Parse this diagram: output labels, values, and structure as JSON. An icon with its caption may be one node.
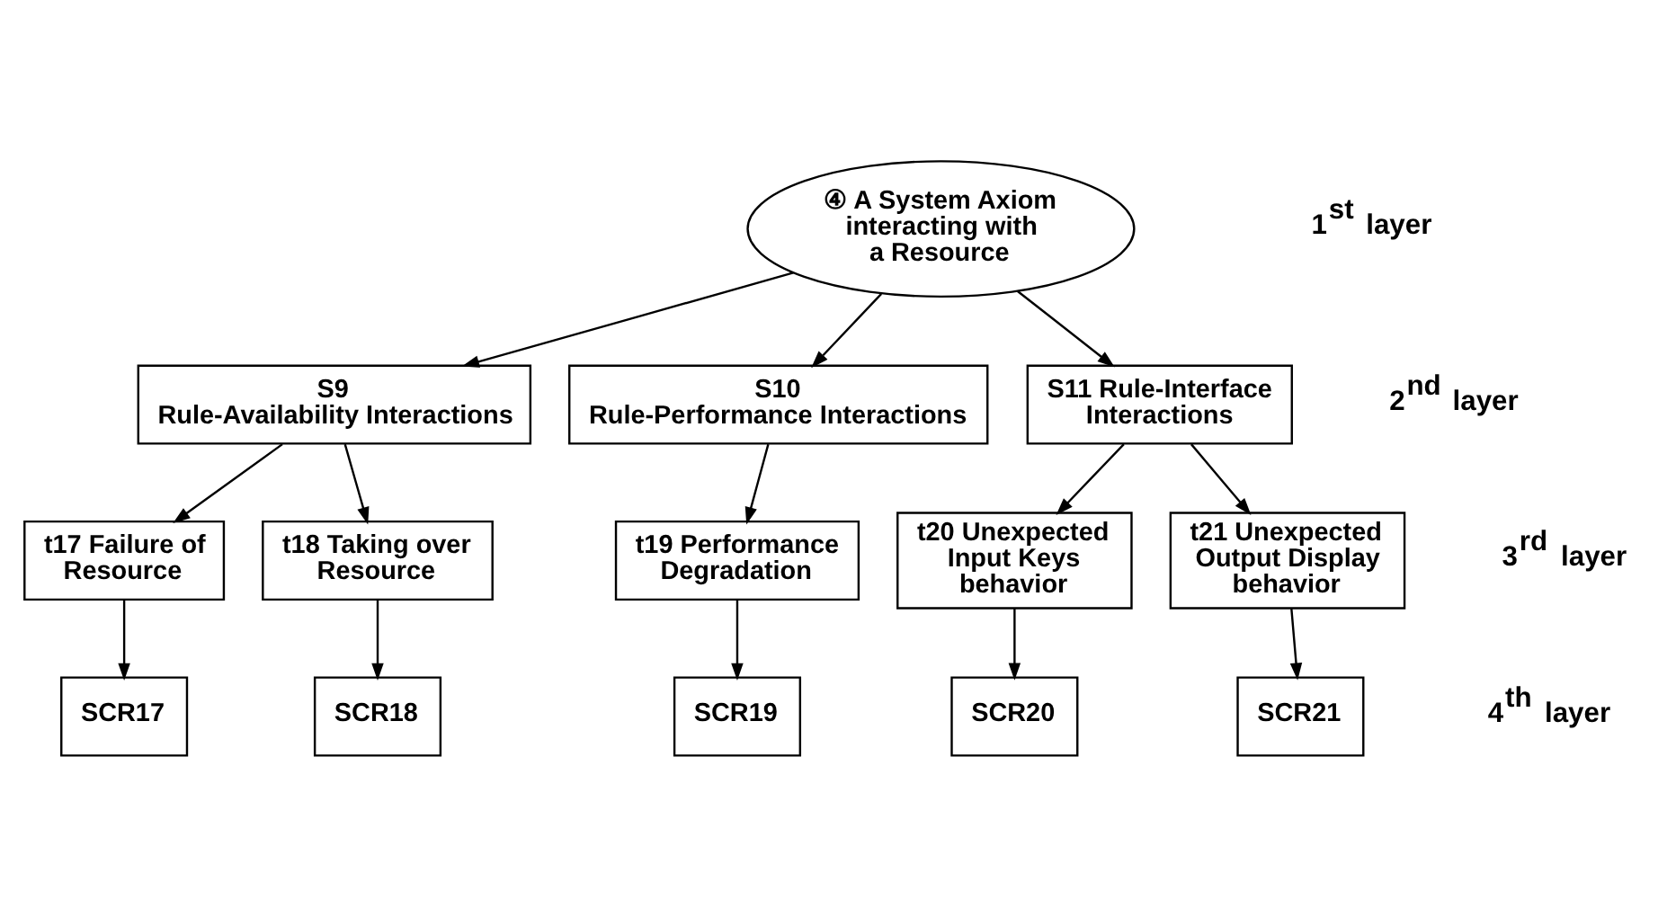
{
  "diagram": {
    "nodes": [
      {
        "text": [
          "④ A System Axiom interacting with a Resource"
        ]
      },
      {
        "text": [
          "S9 Rule-Availability Interactions"
        ]
      },
      {
        "text": [
          "S10 Rule-Performance Interactions"
        ]
      },
      {
        "text": [
          "S11 Rule-Interface Interactions"
        ]
      },
      {
        "text": [
          "t17 Failure of Resource"
        ]
      },
      {
        "text": [
          "t18 Taking over Resource"
        ]
      },
      {
        "text": [
          "t19 Performance Degradation"
        ]
      },
      {
        "text": [
          "t20 Unexpected Input Keys behavior"
        ]
      },
      {
        "text": [
          "t21 Unexpected Output Display behavior"
        ]
      },
      {
        "text": [
          "SCR17"
        ]
      },
      {
        "text": [
          "SCR18"
        ]
      },
      {
        "text": [
          "SCR19"
        ]
      },
      {
        "text": [
          "SCR20"
        ]
      },
      {
        "text": [
          "SCR21"
        ]
      }
    ],
    "edges": [
      {
        "from": 0,
        "to": 1,
        "arrow": "to"
      },
      {
        "from": 0,
        "to": 2,
        "arrow": "to"
      },
      {
        "from": 0,
        "to": 3,
        "arrow": "to"
      },
      {
        "from": 1,
        "to": 4,
        "arrow": "to"
      },
      {
        "from": 1,
        "to": 5,
        "arrow": "to"
      },
      {
        "from": 2,
        "to": 6,
        "arrow": "to"
      },
      {
        "from": 3,
        "to": 7,
        "arrow": "to"
      },
      {
        "from": 3,
        "to": 8,
        "arrow": "to"
      },
      {
        "from": 4,
        "to": 9,
        "arrow": "to"
      },
      {
        "from": 5,
        "to": 10,
        "arrow": "to"
      },
      {
        "from": 6,
        "to": 11,
        "arrow": "to"
      },
      {
        "from": 7,
        "to": 12,
        "arrow": "to"
      },
      {
        "from": 8,
        "to": 13,
        "arrow": "to"
      }
    ],
    "labels": [
      "1$^{st}$ layer",
      "2$^{nd}$ layer",
      "3$^{rd}$ layer",
      "4$^{th}$ layer"
    ]
  }
}
